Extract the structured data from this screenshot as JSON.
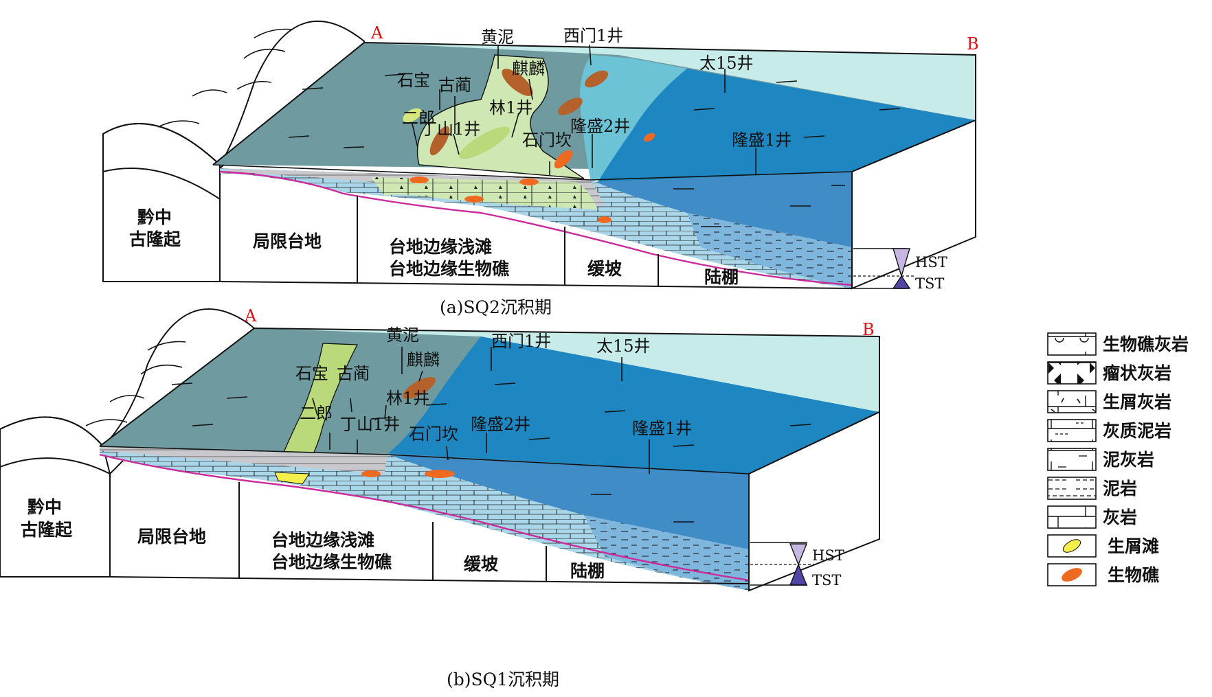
{
  "panel_a": {
    "caption": "(a)SQ2沉积期",
    "marker_a": "A",
    "marker_b": "B",
    "sequence": {
      "hst": "HST",
      "tst": "TST"
    },
    "zones": {
      "uplift_line1": "黔中",
      "uplift_line2": "古隆起",
      "restricted": "局限台地",
      "margin_line1": "台地边缘浅滩",
      "margin_line2": "台地边缘生物礁",
      "ramp": "缓坡",
      "shelf": "陆棚"
    },
    "wells": {
      "huangni": "黄泥",
      "ximen1": "西门1井",
      "shibao": "石宝",
      "gulan": "古蔺",
      "qilin": "麒麟",
      "erlang": "二郎",
      "lin1": "林1井",
      "dingshan1": "丁山1井",
      "shimenkan": "石门坎",
      "longsheng2": "隆盛2井",
      "tai15": "太15井",
      "longsheng1": "隆盛1井"
    }
  },
  "panel_b": {
    "caption": "(b)SQ1沉积期",
    "marker_a": "A",
    "marker_b": "B",
    "sequence": {
      "hst": "HST",
      "tst": "TST"
    },
    "zones": {
      "uplift_line1": "黔中",
      "uplift_line2": "古隆起",
      "restricted": "局限台地",
      "margin_line1": "台地边缘浅滩",
      "margin_line2": "台地边缘生物礁",
      "ramp": "缓坡",
      "shelf": "陆棚"
    },
    "wells": {
      "huangni": "黄泥",
      "ximen1": "西门1井",
      "tai15": "太15井",
      "shibao": "石宝",
      "gulan": "古蔺",
      "qilin": "麒麟",
      "erlang": "二郎",
      "lin1": "林1井",
      "dingshan1": "丁山1井",
      "shimenkan": "石门坎",
      "longsheng2": "隆盛2井",
      "longsheng1": "隆盛1井"
    }
  },
  "legend": {
    "items": [
      {
        "label": "生物礁灰岩"
      },
      {
        "label": "瘤状灰岩"
      },
      {
        "label": "生屑灰岩"
      },
      {
        "label": "灰质泥岩"
      },
      {
        "label": "泥灰岩"
      },
      {
        "label": "泥岩"
      },
      {
        "label": "灰岩"
      },
      {
        "label": "生屑滩"
      },
      {
        "label": "生物礁"
      }
    ]
  },
  "colors": {
    "restricted_platform": "#6f9ba0",
    "upper_water": "#c6ebe8",
    "ramp_water": "#6cc3d6",
    "shelf_water": "#1e86c1",
    "front_face": "#3f8cc6",
    "margin_shoal": "#cfe7b3",
    "bioclastic_shoal": "#f4ef4a",
    "reef": "#ef6a21",
    "boundary_line": "#cc2a9b"
  }
}
